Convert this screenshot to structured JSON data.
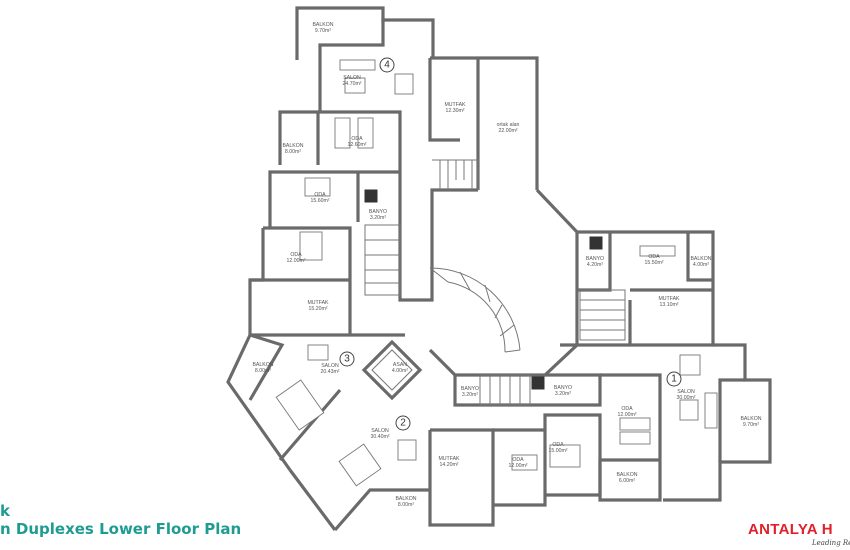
{
  "title": {
    "line1": "k",
    "line2": "n Duplexes Lower Floor Plan"
  },
  "logo": {
    "name": "ANTALYA H",
    "tagline": "Leading Re"
  },
  "colors": {
    "title": "#1f9c92",
    "logo": "#e0202a",
    "walls": "#6a6a6a"
  },
  "units": [
    {
      "number": "1",
      "rooms": [
        {
          "name": "BANYO",
          "area": "4.20m²"
        },
        {
          "name": "ODA",
          "area": "15.50m²"
        },
        {
          "name": "BALKON",
          "area": "4.00m²"
        },
        {
          "name": "MUTFAK",
          "area": "13.10m²"
        },
        {
          "name": "SALON",
          "area": "30.00m²"
        },
        {
          "name": "ODA",
          "area": "12.00m²"
        },
        {
          "name": "BALKON",
          "area": "9.70m²"
        },
        {
          "name": "BALKON",
          "area": "6.00m²"
        }
      ]
    },
    {
      "number": "2",
      "rooms": [
        {
          "name": "SALON",
          "area": "30.40m²"
        },
        {
          "name": "MUTFAK",
          "area": "14.20m²"
        },
        {
          "name": "ODA",
          "area": "12.00m²"
        },
        {
          "name": "ODA",
          "area": "15.00m²"
        },
        {
          "name": "BALKON",
          "area": "8.00m²"
        },
        {
          "name": "BANYO",
          "area": "3.20m²"
        },
        {
          "name": "BANYO",
          "area": "3.20m²"
        }
      ]
    },
    {
      "number": "3",
      "rooms": [
        {
          "name": "ODA",
          "area": "12.00m²"
        },
        {
          "name": "MUTFAK",
          "area": "15.20m²"
        },
        {
          "name": "BALKON",
          "area": "8.00m²"
        },
        {
          "name": "SALON",
          "area": "20.43m²"
        },
        {
          "name": "ASAN",
          "area": "4.00m²"
        }
      ]
    },
    {
      "number": "4",
      "rooms": [
        {
          "name": "BALKON",
          "area": "9.70m²"
        },
        {
          "name": "SALON",
          "area": "24.70m²"
        },
        {
          "name": "MUTFAK",
          "area": "12.30m²"
        },
        {
          "name": "ortak alan",
          "area": "22.00m²"
        },
        {
          "name": "BALKON",
          "area": "8.00m²"
        },
        {
          "name": "ODA",
          "area": "12.60m²"
        },
        {
          "name": "ODA",
          "area": "15.60m²"
        },
        {
          "name": "BANYO",
          "area": "3.20m²"
        }
      ]
    }
  ]
}
